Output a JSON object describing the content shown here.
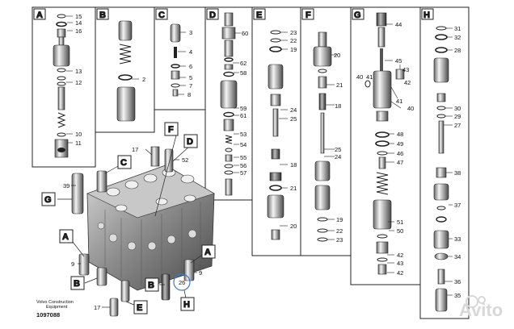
{
  "panels": [
    {
      "key": "A",
      "labels": [
        "15",
        "14",
        "16",
        "13",
        "12",
        "10",
        "11"
      ]
    },
    {
      "key": "B",
      "labels": [
        "2"
      ]
    },
    {
      "key": "C",
      "labels": [
        "3",
        "4",
        "6",
        "5",
        "7",
        "8"
      ]
    },
    {
      "key": "D",
      "labels": [
        "60",
        "62",
        "58",
        "59",
        "61",
        "53",
        "54",
        "55",
        "56",
        "57"
      ]
    },
    {
      "key": "E",
      "labels": [
        "23",
        "22",
        "19",
        "24",
        "25",
        "18",
        "21",
        "20"
      ]
    },
    {
      "key": "F",
      "labels": [
        "20",
        "21",
        "18",
        "25",
        "24",
        "19",
        "22",
        "23"
      ]
    },
    {
      "key": "G",
      "labels": [
        "44",
        "45",
        "40",
        "41",
        "43",
        "42",
        "41",
        "40",
        "48",
        "49",
        "46",
        "47",
        "51",
        "50",
        "42",
        "43",
        "42"
      ]
    },
    {
      "key": "H",
      "labels": [
        "31",
        "32",
        "28",
        "30",
        "29",
        "27",
        "38",
        "37",
        "33",
        "34",
        "36",
        "35"
      ]
    }
  ],
  "main_callouts": {
    "tags": [
      "F",
      "D",
      "C",
      "G",
      "A",
      "A",
      "B",
      "B",
      "E",
      "H"
    ],
    "numbers": [
      "17",
      "52",
      "39",
      "9",
      "9",
      "26",
      "17"
    ]
  },
  "footer": {
    "line1": "Volvo Construction",
    "line2": "Equipment",
    "doc": "1097088"
  },
  "watermark": "Avito"
}
